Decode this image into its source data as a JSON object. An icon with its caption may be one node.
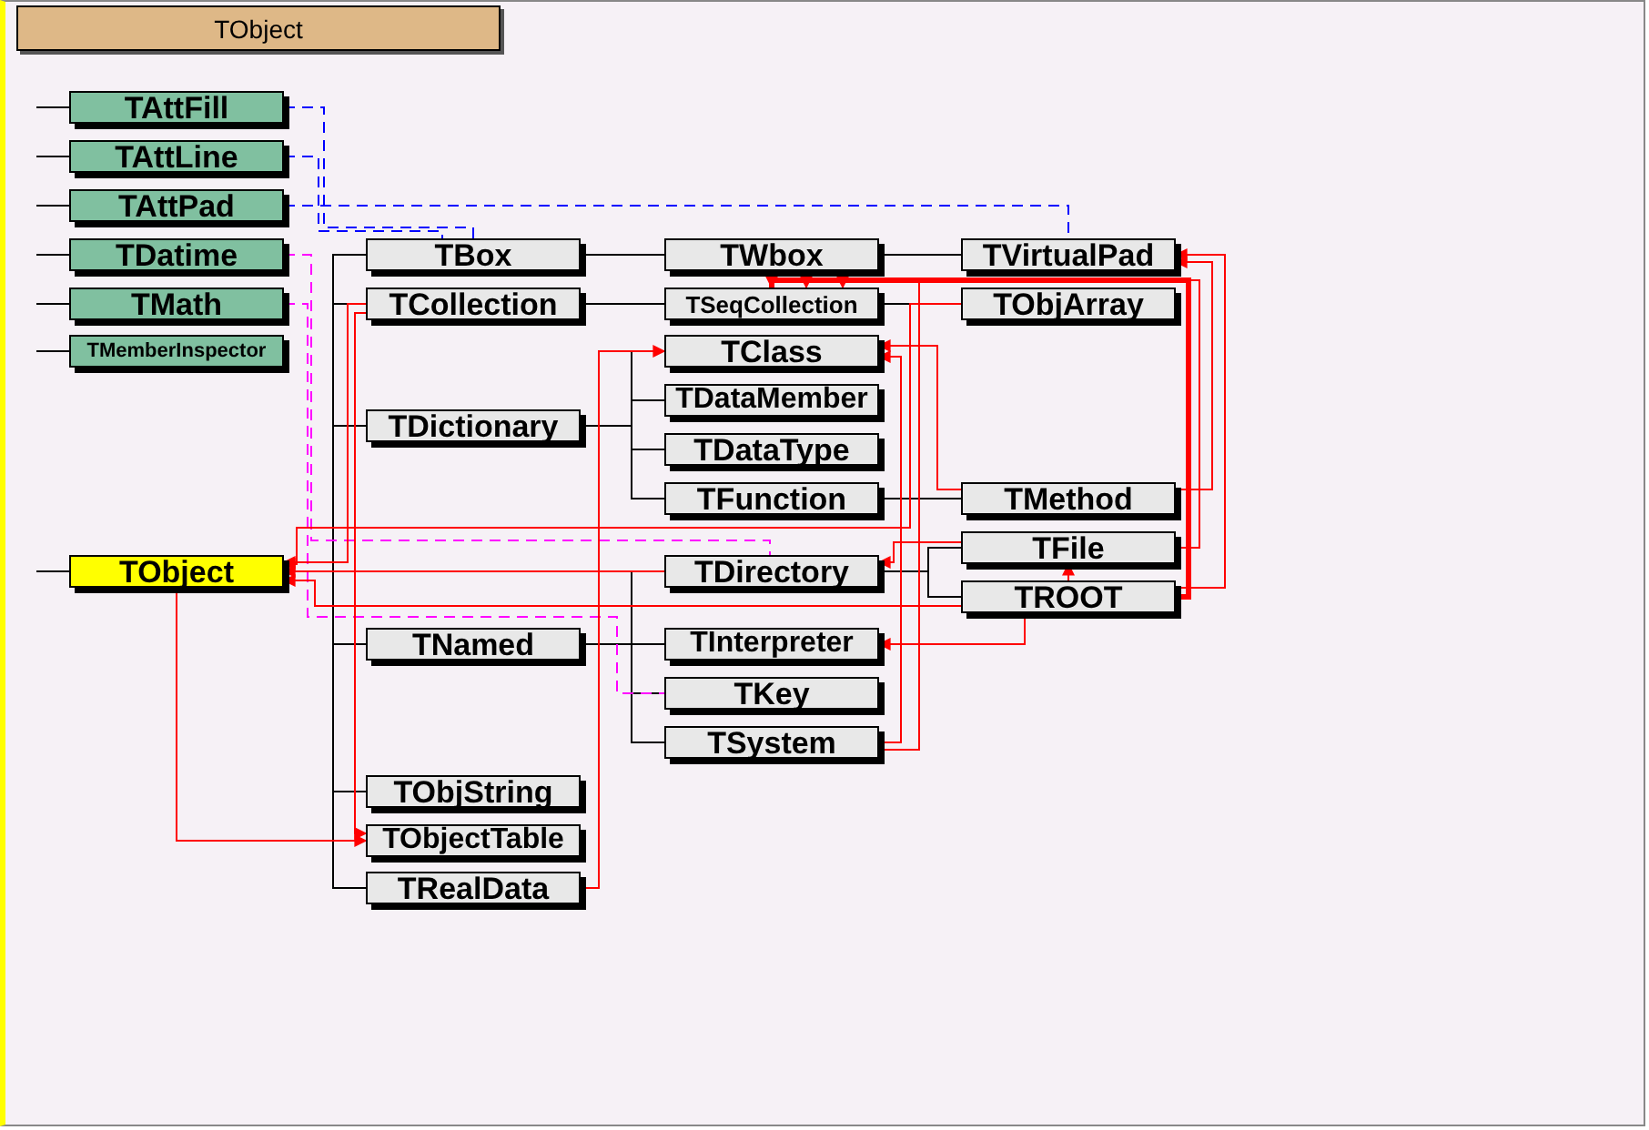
{
  "diagram": {
    "title": "TObject",
    "nodes": [
      {
        "text": [
          "TAttFill"
        ]
      },
      {
        "text": [
          "TAttLine"
        ]
      },
      {
        "text": [
          "TAttPad"
        ]
      },
      {
        "text": [
          "TDatime"
        ]
      },
      {
        "text": [
          "TMath"
        ]
      },
      {
        "text": [
          "TMemberInspector"
        ]
      },
      {
        "text": [
          "TObject"
        ]
      },
      {
        "text": [
          "TBox"
        ]
      },
      {
        "text": [
          "TCollection"
        ]
      },
      {
        "text": [
          "TDictionary"
        ]
      },
      {
        "text": [
          "TNamed"
        ]
      },
      {
        "text": [
          "TObjString"
        ]
      },
      {
        "text": [
          "TObjectTable"
        ]
      },
      {
        "text": [
          "TRealData"
        ]
      },
      {
        "text": [
          "TWbox"
        ]
      },
      {
        "text": [
          "TSeqCollection"
        ]
      },
      {
        "text": [
          "TClass"
        ]
      },
      {
        "text": [
          "TDataMember"
        ]
      },
      {
        "text": [
          "TDataType"
        ]
      },
      {
        "text": [
          "TFunction"
        ]
      },
      {
        "text": [
          "TDirectory"
        ]
      },
      {
        "text": [
          "TInterpreter"
        ]
      },
      {
        "text": [
          "TKey"
        ]
      },
      {
        "text": [
          "TSystem"
        ]
      },
      {
        "text": [
          "TVirtualPad"
        ]
      },
      {
        "text": [
          "TObjArray"
        ]
      },
      {
        "text": [
          "TMethod"
        ]
      },
      {
        "text": [
          "TFile"
        ]
      },
      {
        "text": [
          "TROOT"
        ]
      }
    ],
    "edges": [
      {
        "from": null,
        "to": 0,
        "arrow": "none"
      },
      {
        "from": null,
        "to": 1,
        "arrow": "none"
      },
      {
        "from": null,
        "to": 2,
        "arrow": "none"
      },
      {
        "from": null,
        "to": 3,
        "arrow": "none"
      },
      {
        "from": null,
        "to": 4,
        "arrow": "none"
      },
      {
        "from": null,
        "to": 5,
        "arrow": "none"
      },
      {
        "from": null,
        "to": 6,
        "arrow": "none"
      },
      {
        "from": 6,
        "to": 7,
        "arrow": "none"
      },
      {
        "from": 6,
        "to": 8,
        "arrow": "none"
      },
      {
        "from": 6,
        "to": 9,
        "arrow": "none"
      },
      {
        "from": 6,
        "to": 10,
        "arrow": "none"
      },
      {
        "from": 6,
        "to": 11,
        "arrow": "none"
      },
      {
        "from": 6,
        "to": 12,
        "arrow": "none"
      },
      {
        "from": 6,
        "to": 13,
        "arrow": "none"
      },
      {
        "from": 7,
        "to": 14,
        "arrow": "none"
      },
      {
        "from": 14,
        "to": 24,
        "arrow": "none"
      },
      {
        "from": 8,
        "to": 15,
        "arrow": "none"
      },
      {
        "from": 15,
        "to": 25,
        "arrow": "none"
      },
      {
        "from": 9,
        "to": 16,
        "arrow": "none"
      },
      {
        "from": 9,
        "to": 17,
        "arrow": "none"
      },
      {
        "from": 9,
        "to": 18,
        "arrow": "none"
      },
      {
        "from": 9,
        "to": 19,
        "arrow": "none"
      },
      {
        "from": 19,
        "to": 26,
        "arrow": "none"
      },
      {
        "from": 10,
        "to": 20,
        "arrow": "none"
      },
      {
        "from": 10,
        "to": 21,
        "arrow": "none"
      },
      {
        "from": 10,
        "to": 22,
        "arrow": "none"
      },
      {
        "from": 10,
        "to": 23,
        "arrow": "none"
      },
      {
        "from": 20,
        "to": 27,
        "arrow": "none"
      },
      {
        "from": 20,
        "to": 28,
        "arrow": "none"
      },
      {
        "from": 0,
        "to": 7,
        "arrow": "none",
        "style": "dashed",
        "color": "#0000ff"
      },
      {
        "from": 1,
        "to": 7,
        "arrow": "none",
        "style": "dashed",
        "color": "#0000ff"
      },
      {
        "from": 2,
        "to": 24,
        "arrow": "none",
        "style": "dashed",
        "color": "#0000ff"
      },
      {
        "from": 3,
        "to": 20,
        "arrow": "none",
        "style": "dashed",
        "color": "#ff00ff"
      },
      {
        "from": 4,
        "to": 22,
        "arrow": "none",
        "style": "dashed",
        "color": "#ff00ff"
      },
      {
        "from": 25,
        "to": 6,
        "arrow": "to",
        "color": "#ff0000"
      },
      {
        "from": 8,
        "to": 6,
        "arrow": "to",
        "color": "#ff0000"
      },
      {
        "from": 20,
        "to": 6,
        "arrow": "to",
        "color": "#ff0000"
      },
      {
        "from": 28,
        "to": 6,
        "arrow": "to",
        "color": "#ff0000"
      },
      {
        "from": 6,
        "to": 12,
        "arrow": "to",
        "color": "#ff0000"
      },
      {
        "from": 8,
        "to": 12,
        "arrow": "to",
        "color": "#ff0000"
      },
      {
        "from": 13,
        "to": 16,
        "arrow": "to",
        "color": "#ff0000"
      },
      {
        "from": 28,
        "to": 15,
        "arrow": "to",
        "color": "#ff0000",
        "style": "thick"
      },
      {
        "from": 27,
        "to": 15,
        "arrow": "to",
        "color": "#ff0000"
      },
      {
        "from": 23,
        "to": 16,
        "arrow": "to",
        "color": "#ff0000"
      },
      {
        "from": 23,
        "to": 15,
        "arrow": "to",
        "color": "#ff0000"
      },
      {
        "from": 26,
        "to": 16,
        "arrow": "to",
        "color": "#ff0000"
      },
      {
        "from": 28,
        "to": 24,
        "arrow": "to",
        "color": "#ff0000"
      },
      {
        "from": 26,
        "to": 24,
        "arrow": "to",
        "color": "#ff0000"
      },
      {
        "from": 28,
        "to": 21,
        "arrow": "to",
        "color": "#ff0000"
      },
      {
        "from": 27,
        "to": 20,
        "arrow": "to",
        "color": "#ff0000"
      },
      {
        "from": 28,
        "to": 27,
        "arrow": "to",
        "color": "#ff0000"
      }
    ]
  }
}
